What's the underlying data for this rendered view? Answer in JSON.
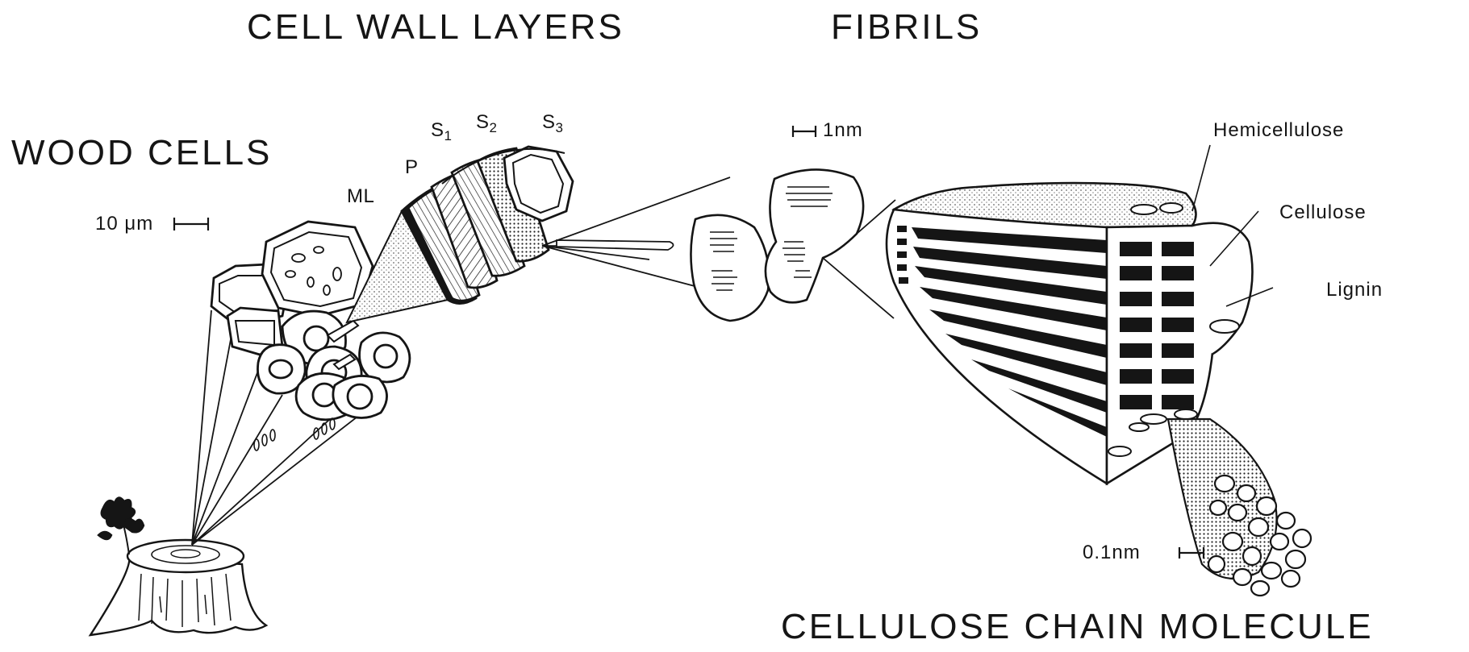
{
  "titles": {
    "wood_cells": "WOOD CELLS",
    "cell_wall_layers": "CELL WALL LAYERS",
    "fibrils": "FIBRILS",
    "cellulose_chain_molecule": "CELLULOSE CHAIN MOLECULE"
  },
  "scales": {
    "wood_cells": "10 μm",
    "fibrils": "1nm",
    "molecule": "0.1nm"
  },
  "layers": {
    "ml": "ML",
    "p": "P",
    "s1_letter": "S",
    "s1_sub": "1",
    "s2_letter": "S",
    "s2_sub": "2",
    "s3_letter": "S",
    "s3_sub": "3"
  },
  "components": {
    "hemicellulose": "Hemicellulose",
    "cellulose": "Cellulose",
    "lignin": "Lignin"
  },
  "colors": {
    "ink": "#151515",
    "paper": "#ffffff",
    "shade": "#c8c8c8"
  }
}
